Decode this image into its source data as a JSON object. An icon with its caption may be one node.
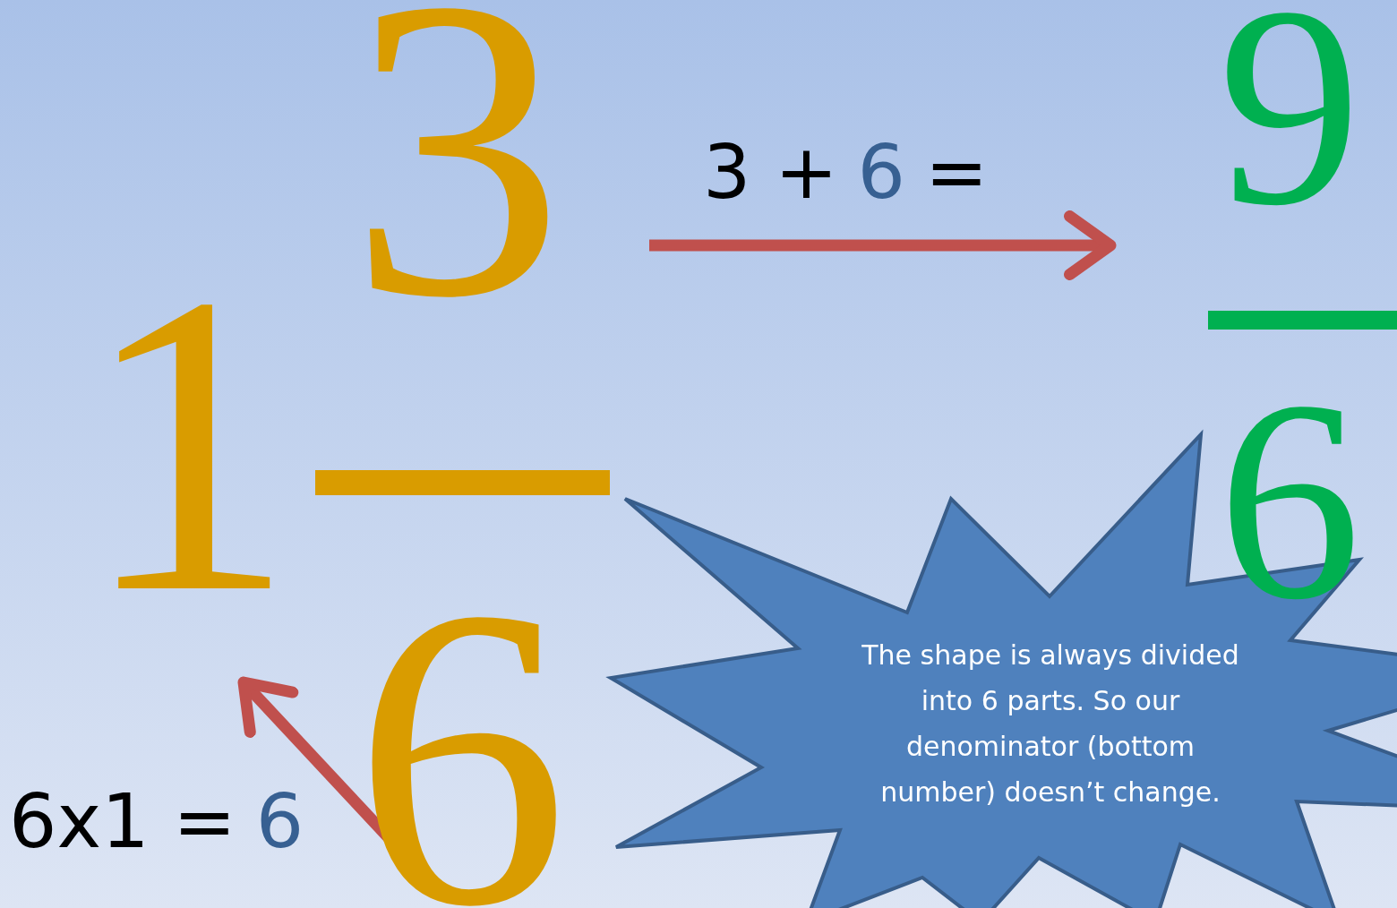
{
  "diagram": {
    "nodes": [
      {
        "text": [
          "1"
        ]
      },
      {
        "text": [
          "3"
        ]
      },
      {
        "text": [
          "6"
        ]
      },
      {
        "text": [
          "3 +",
          "6",
          "="
        ]
      },
      {
        "text": [
          "9"
        ]
      },
      {
        "text": [
          "6"
        ]
      },
      {
        "text": [
          "6x1 =",
          "6"
        ]
      },
      {
        "text": [
          "The shape is always divided into 6 parts. So our denominator (bottom number) doesn’t change."
        ]
      },
      {
        "text": [],
        "shape": "bar"
      },
      {
        "text": [],
        "shape": "bar"
      }
    ],
    "edges": [
      {
        "from": 3,
        "to": 4,
        "arrow": "to"
      },
      {
        "from": 2,
        "to": 0,
        "arrow": "to"
      }
    ]
  }
}
